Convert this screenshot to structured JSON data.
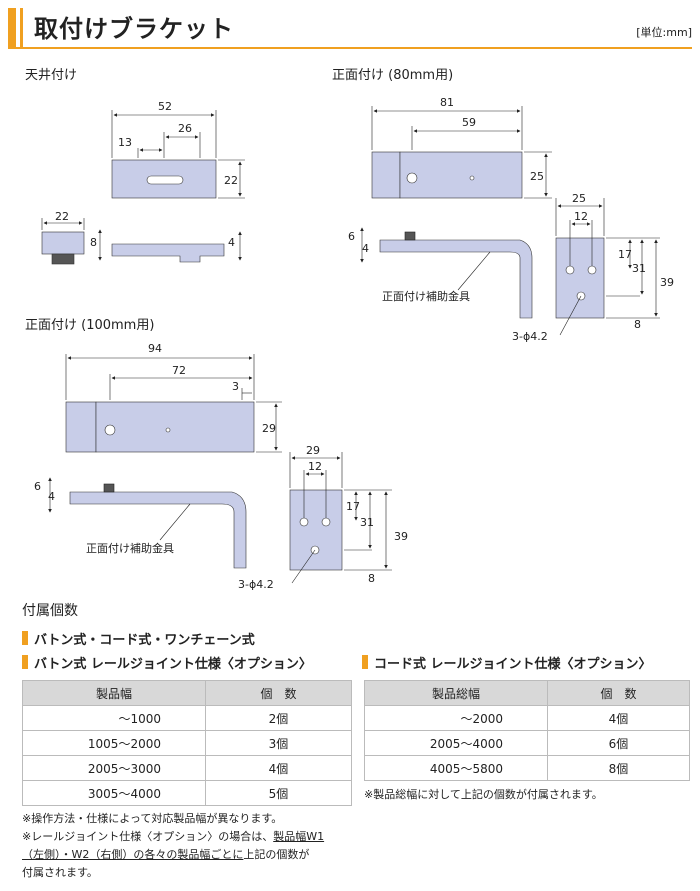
{
  "header": {
    "title": "取付けブラケット",
    "unit": "[単位:mm]"
  },
  "views": {
    "ceiling": {
      "title": "天井付け",
      "d52": "52",
      "d13": "13",
      "d26": "26",
      "d22h": "22",
      "d22w": "22",
      "d8": "8",
      "d4": "4"
    },
    "front80": {
      "title": "正面付け (80mm用)",
      "d81": "81",
      "d59": "59",
      "d25h": "25",
      "d6": "6",
      "d4": "4",
      "d25w": "25",
      "d12": "12",
      "d17": "17",
      "d31": "31",
      "d39": "39",
      "d8": "8",
      "hole": "3-ϕ4.2",
      "aux": "正面付け補助金具"
    },
    "front100": {
      "title": "正面付け (100mm用)",
      "d94": "94",
      "d72": "72",
      "d3": "3",
      "d29h": "29",
      "d6": "6",
      "d4": "4",
      "d29w": "29",
      "d12": "12",
      "d17": "17",
      "d31": "31",
      "d39": "39",
      "d8": "8",
      "hole": "3-ϕ4.2",
      "aux": "正面付け補助金具"
    }
  },
  "accessories": {
    "title": "付属個数",
    "sub1": "バトン式・コード式・ワンチェーン式",
    "sub2": "バトン式 レールジョイント仕様〈オプション〉",
    "sub3": "コード式 レールジョイント仕様〈オプション〉",
    "table1": {
      "h1": "製品幅",
      "h2": "個　数",
      "rows": [
        {
          "a": "～1000",
          "b": "2個"
        },
        {
          "a": "1005～2000",
          "b": "3個"
        },
        {
          "a": "2005～3000",
          "b": "4個"
        },
        {
          "a": "3005～4000",
          "b": "5個"
        }
      ]
    },
    "table2": {
      "h1": "製品総幅",
      "h2": "個　数",
      "rows": [
        {
          "a": "～2000",
          "b": "4個"
        },
        {
          "a": "2005～4000",
          "b": "6個"
        },
        {
          "a": "4005～5800",
          "b": "8個"
        }
      ]
    },
    "note1": "※操作方法・仕様によって対応製品幅が異なります。",
    "note2a": "※レールジョイント仕様〈オプション〉の場合は、",
    "note2b": "製品幅W1",
    "note2c": "（左側）・W2（右側）の各々の製品幅ごとに",
    "note2d": "上記の個数が",
    "note2e": "付属されます。",
    "note3": "※製品総幅に対して上記の個数が付属されます。"
  }
}
